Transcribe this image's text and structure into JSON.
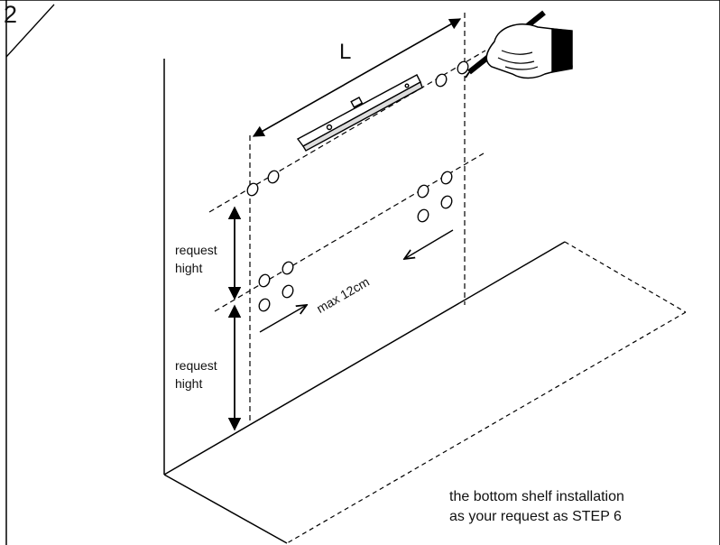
{
  "step_number": "2",
  "dimension_label": "L",
  "request_height_upper": "request hight",
  "request_height_lower": "request hight",
  "max_spacing_label": "max 12cm",
  "note": {
    "line1": "the bottom shelf installation",
    "line2": "as your request as STEP 6"
  },
  "colors": {
    "line": "#000000",
    "background": "#ffffff"
  },
  "icons": [
    "spirit-level-icon",
    "hand-pencil-icon"
  ]
}
